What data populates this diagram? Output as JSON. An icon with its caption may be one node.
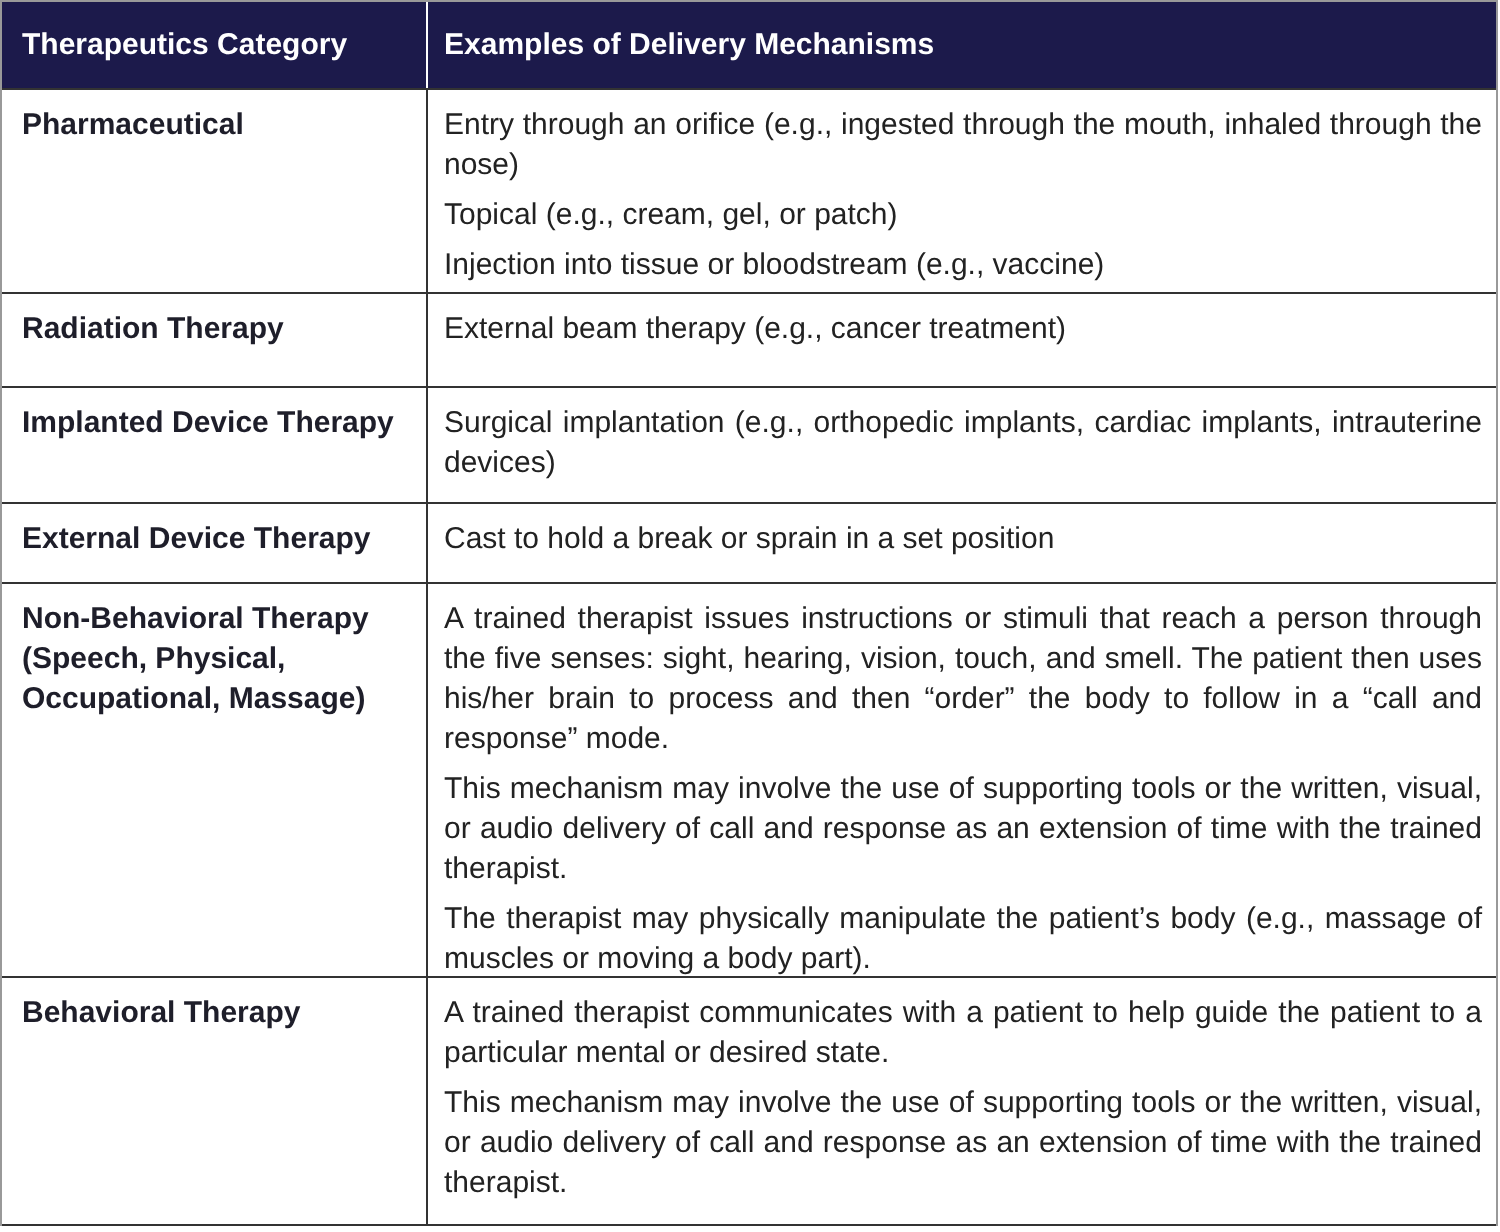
{
  "diagram": {
    "labels": [
      "Therapeutics Category",
      "Examples of Delivery Mechanisms",
      "Pharmaceutical",
      "Entry through an orifice (e.g., ingested through the mouth, inhaled through the nose)",
      "Topical (e.g., cream, gel, or patch)",
      "Injection into tissue or bloodstream (e.g., vaccine)",
      "Radiation Therapy",
      "External beam therapy (e.g., cancer treatment)",
      "Implanted Device Therapy",
      "Surgical implantation (e.g., orthopedic implants, cardiac implants, intrauterine devices)",
      "External Device Therapy",
      "Cast to hold a break or sprain in a set position",
      "Non-Behavioral Therapy (Speech, Physical, Occupational, Massage)",
      "A trained therapist issues instructions or stimuli that reach a person through the five senses: sight, hearing, vision, touch, and smell. The patient then uses his/her brain to process and then “order” the body to follow in a “call and response” mode.",
      "This mechanism may involve the use of supporting tools or the written, visual, or audio delivery of call and response as an extension of time with the trained therapist.",
      "The therapist may physically manipulate the patient’s body (e.g., massage of muscles or moving a body part).",
      "Behavioral Therapy",
      "A trained therapist communicates with a patient to help guide the patient to a particular mental or desired state.",
      "This mechanism may involve the use of supporting tools or the written, visual, or audio delivery of call and response as an extension of time with the trained therapist."
    ]
  }
}
